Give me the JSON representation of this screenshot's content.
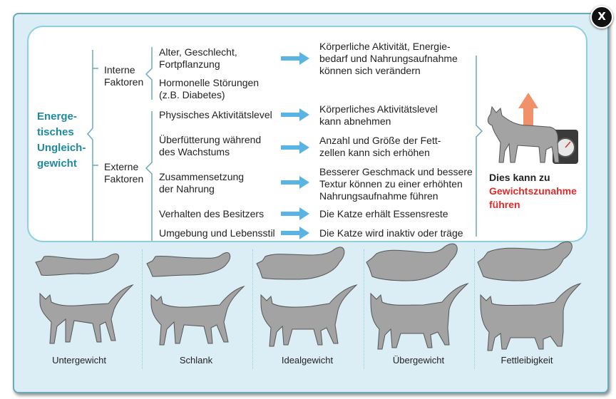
{
  "close_label": "X",
  "main_cause": [
    "Energe-",
    "tisches",
    "Ungleich-",
    "gewicht"
  ],
  "groups": {
    "intern": [
      "Interne",
      "Faktoren"
    ],
    "extern": [
      "Externe",
      "Faktoren"
    ]
  },
  "factors": [
    [
      "Alter, Geschlecht,",
      "Fortpflanzung"
    ],
    [
      "Hormonelle Störungen",
      "(z.B. Diabetes)"
    ],
    [
      "Physisches Aktivitätslevel"
    ],
    [
      "Überfütterung während",
      "des Wachstums"
    ],
    [
      "Zusammensetzung",
      "der Nahrung"
    ],
    [
      "Verhalten des Besitzers"
    ],
    [
      "Umgebung und Lebensstil"
    ]
  ],
  "effects": [
    [
      "Körperliche Aktivität, Energie-",
      "bedarf und Nahrungsaufnahme",
      "können sich verändern"
    ],
    [
      "Körperliches Aktivitätslevel",
      "kann abnehmen"
    ],
    [
      "Anzahl und Größe der Fett-",
      "zellen kann sich erhöhen"
    ],
    [
      "Besserer Geschmack und bessere",
      "Textur können zu einer erhöhten",
      "Nahrungsaufnahme führen"
    ],
    [
      "Die Katze erhält Essensreste"
    ],
    [
      "Die Katze wird inaktiv oder träge"
    ]
  ],
  "result": {
    "line1": "Dies kann zu",
    "line2": "Gewichtszunahme",
    "line3": "führen"
  },
  "body_conditions": [
    "Untergewicht",
    "Schlank",
    "Idealgewicht",
    "Übergewicht",
    "Fettleibigkeit"
  ],
  "colors": {
    "accent": "#1f8a9e",
    "arrow": "#5ab4e3",
    "highlight": "#e02b2b",
    "cat": "#a3a3a3",
    "panel_border": "#8ccfdf",
    "background": "#dbeef6"
  }
}
